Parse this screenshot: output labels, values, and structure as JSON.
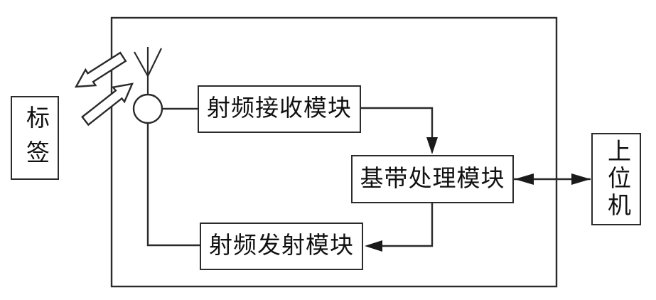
{
  "diagram": {
    "boxes": {
      "tag": {
        "label": "标签"
      },
      "rf_receive": {
        "label": "射频接收模块"
      },
      "baseband": {
        "label": "基带处理模块"
      },
      "rf_transmit": {
        "label": "射频发射模块"
      },
      "host": {
        "label": "上位机"
      }
    },
    "icons": {
      "antenna": "antenna-icon",
      "circulator": "circulator-node",
      "wave_out": "outgoing-wave-arrow",
      "wave_in": "incoming-wave-arrow"
    },
    "colors": {
      "line": "#2a2a2a",
      "box_border": "#2b2b2b",
      "text": "#111111",
      "background": "#ffffff"
    }
  }
}
